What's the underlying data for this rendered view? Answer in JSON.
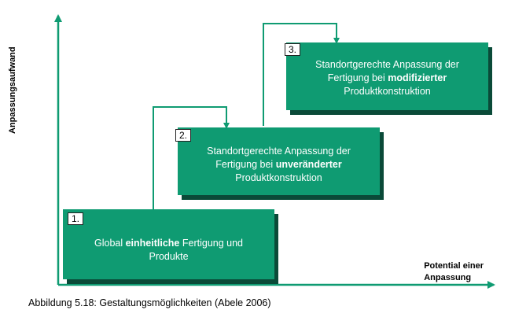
{
  "axes": {
    "y_label": "Anpassungsaufwand",
    "x_label_line1": "Potential einer",
    "x_label_line2": "Anpassung"
  },
  "steps": [
    {
      "number": "1.",
      "line1_pre": "Global ",
      "line1_bold": "einheitliche",
      "line1_post": " Fertigung und",
      "line2": "Produkte"
    },
    {
      "number": "2.",
      "line1": "Standortgerechte Anpassung der",
      "line2_pre": "Fertigung bei ",
      "line2_bold": "unveränderter",
      "line3": "Produktkonstruktion"
    },
    {
      "number": "3.",
      "line1": "Standortgerechte Anpassung der",
      "line2_pre": "Fertigung bei ",
      "line2_bold": "modifizierter",
      "line3": "Produktkonstruktion"
    }
  ],
  "caption": "Abbildung 5.18: Gestaltungsmöglichkeiten (Abele 2006)",
  "colors": {
    "box_fill": "#0f9b72",
    "box_shadow": "#0a4a38",
    "axis_and_connector": "#0f9b72"
  }
}
